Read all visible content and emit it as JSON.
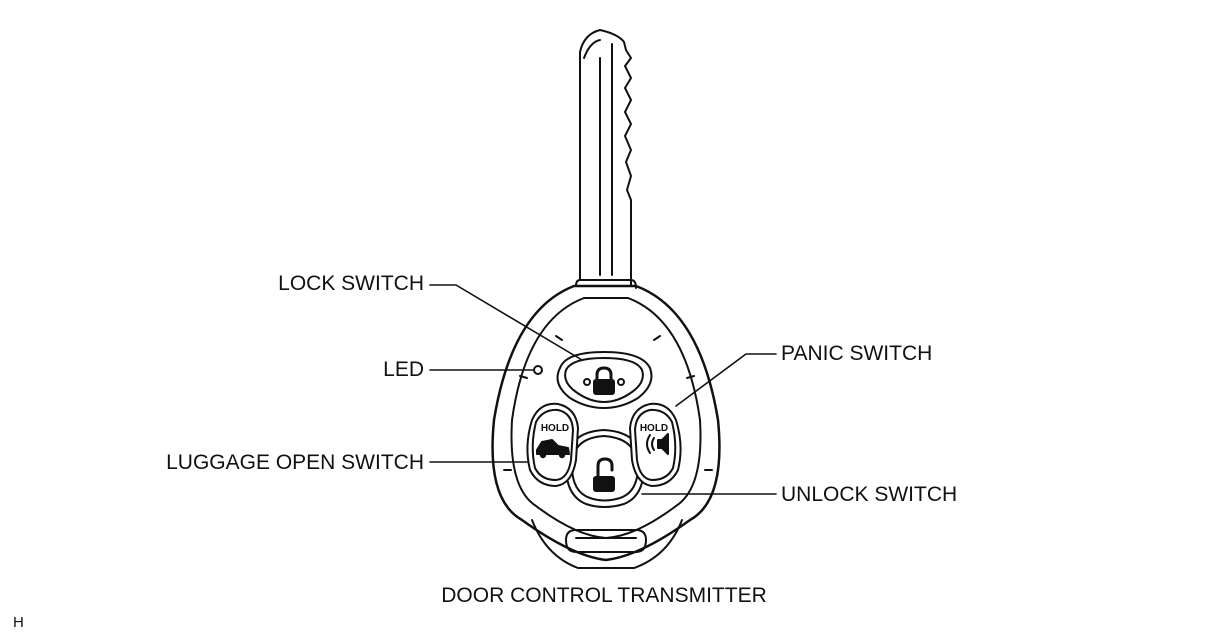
{
  "labels": {
    "lock_switch": "LOCK SWITCH",
    "led": "LED",
    "luggage_open_switch": "LUGGAGE OPEN SWITCH",
    "panic_switch": "PANIC SWITCH",
    "unlock_switch": "UNLOCK SWITCH"
  },
  "buttons": {
    "luggage_hold_text": "HOLD",
    "panic_hold_text": "HOLD"
  },
  "caption": "DOOR CONTROL TRANSMITTER",
  "corner_code": "H",
  "colors": {
    "line": "#111111",
    "background": "#ffffff"
  }
}
